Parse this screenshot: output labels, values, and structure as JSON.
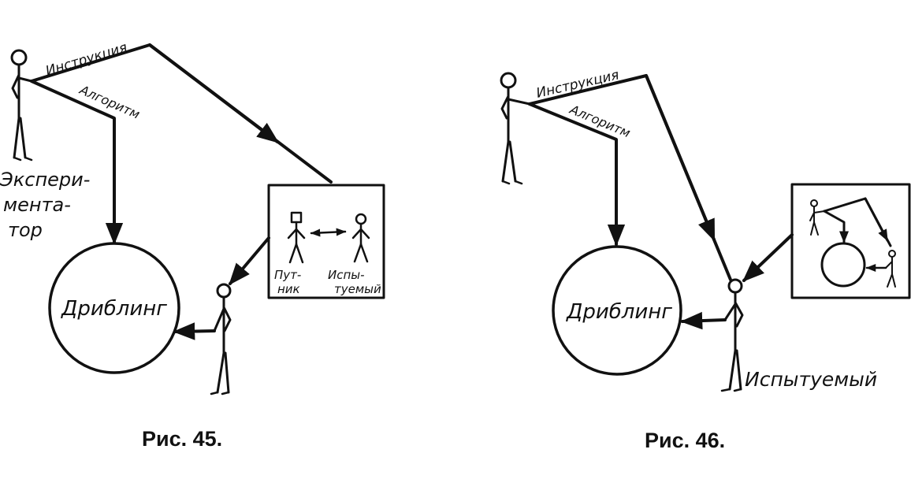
{
  "figure_45": {
    "caption": "Рис. 45.",
    "instruction_label": "Инструкция",
    "algorithm_label": "Алгоритм",
    "experimenter_label": [
      "Экспери-",
      "мента-",
      "тор"
    ],
    "dribbling_label": "Дриблинг",
    "inset": {
      "traveler_label": [
        "Пут-",
        "ник"
      ],
      "subject_label": [
        "Испы-",
        "туемый"
      ]
    }
  },
  "figure_46": {
    "caption": "Рис. 46.",
    "instruction_label": "Инструкция",
    "algorithm_label": "Алгоритм",
    "dribbling_label": "Дриблинг",
    "subject_label": "Испытуемый"
  }
}
